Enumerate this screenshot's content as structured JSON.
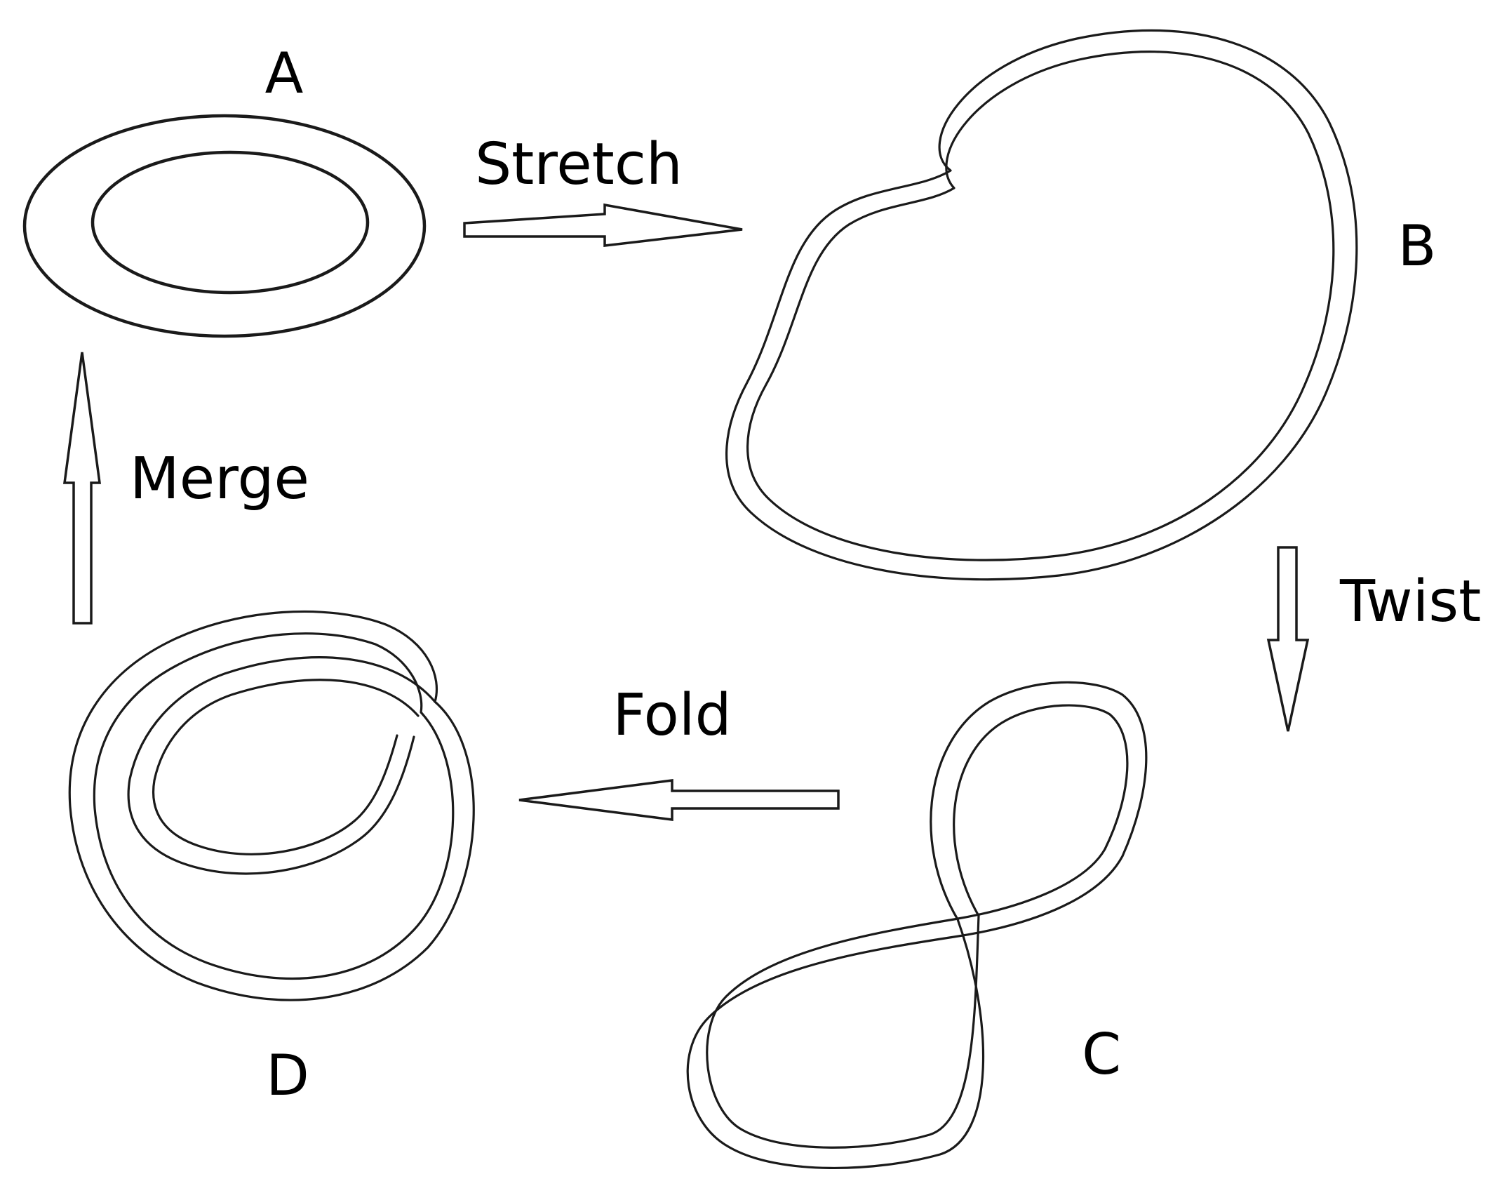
{
  "nodes": {
    "a": {
      "label": "A"
    },
    "b": {
      "label": "B"
    },
    "c": {
      "label": "C"
    },
    "d": {
      "label": "D"
    }
  },
  "steps": {
    "stretch": {
      "label": "Stretch"
    },
    "twist": {
      "label": "Twist"
    },
    "fold": {
      "label": "Fold"
    },
    "merge": {
      "label": "Merge"
    }
  },
  "colors": {
    "stroke": "#1a1a1a",
    "background": "#ffffff",
    "text": "#000000"
  }
}
